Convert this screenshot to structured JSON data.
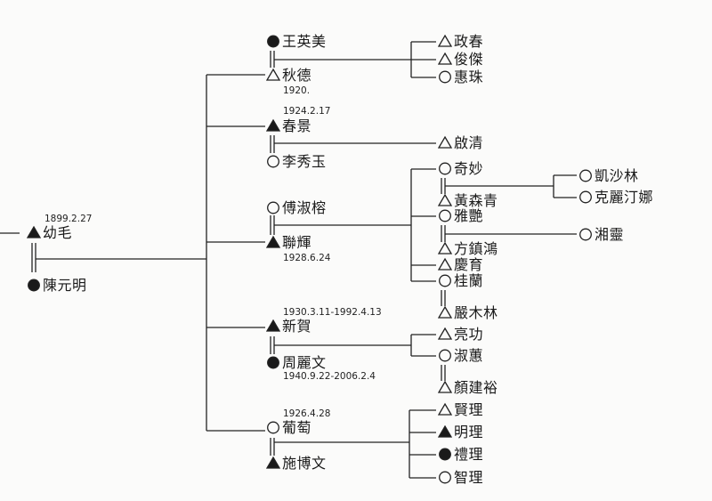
{
  "tree": {
    "root": {
      "husband": {
        "name": "幼毛",
        "symbol": "male-dead",
        "date": "1899.2.27"
      },
      "wife": {
        "name": "陳元明",
        "symbol": "female-dead"
      }
    },
    "branches": [
      {
        "spouse1": {
          "name": "王英美",
          "symbol": "female-dead"
        },
        "spouse2": {
          "name": "秋德",
          "symbol": "male",
          "date": "1920."
        },
        "children": [
          {
            "name": "政春",
            "symbol": "male"
          },
          {
            "name": "俊傑",
            "symbol": "male"
          },
          {
            "name": "惠珠",
            "symbol": "female"
          }
        ]
      },
      {
        "spouse1": {
          "name": "春景",
          "symbol": "male-dead",
          "date": "1924.2.17"
        },
        "spouse2": {
          "name": "李秀玉",
          "symbol": "female"
        },
        "children": [
          {
            "name": "啟清",
            "symbol": "male"
          }
        ]
      },
      {
        "spouse1": {
          "name": "傅淑榕",
          "symbol": "female"
        },
        "spouse2": {
          "name": "聯輝",
          "symbol": "male-dead",
          "date": "1928.6.24"
        },
        "children": [
          {
            "name": "奇妙",
            "symbol": "female",
            "spouse": {
              "name": "黃森青",
              "symbol": "male"
            },
            "grandchildren": [
              {
                "name": "凱沙林",
                "symbol": "female"
              },
              {
                "name": "克麗汀娜",
                "symbol": "female"
              }
            ]
          },
          {
            "name": "雅艷",
            "symbol": "female",
            "spouse": {
              "name": "方鎮鴻",
              "symbol": "male"
            },
            "grandchildren": [
              {
                "name": "湘靈",
                "symbol": "female"
              }
            ]
          },
          {
            "name": "慶育",
            "symbol": "male"
          },
          {
            "name": "桂蘭",
            "symbol": "female",
            "spouse": {
              "name": "嚴木林",
              "symbol": "male"
            }
          }
        ]
      },
      {
        "spouse1": {
          "name": "新賀",
          "symbol": "male-dead",
          "date": "1930.3.11-1992.4.13"
        },
        "spouse2": {
          "name": "周麗文",
          "symbol": "female-dead",
          "date": "1940.9.22-2006.2.4"
        },
        "children": [
          {
            "name": "亮功",
            "symbol": "male"
          },
          {
            "name": "淑蕙",
            "symbol": "female",
            "spouse": {
              "name": "顏建裕",
              "symbol": "male"
            }
          }
        ]
      },
      {
        "spouse1": {
          "name": "葡萄",
          "symbol": "female",
          "date": "1926.4.28"
        },
        "spouse2": {
          "name": "施博文",
          "symbol": "male-dead"
        },
        "children": [
          {
            "name": "賢理",
            "symbol": "male"
          },
          {
            "name": "明理",
            "symbol": "male-dead"
          },
          {
            "name": "禮理",
            "symbol": "female-dead"
          },
          {
            "name": "智理",
            "symbol": "female"
          }
        ]
      }
    ]
  },
  "legend_colors": {
    "line": "#222222",
    "fill": "#1a1a1a"
  }
}
